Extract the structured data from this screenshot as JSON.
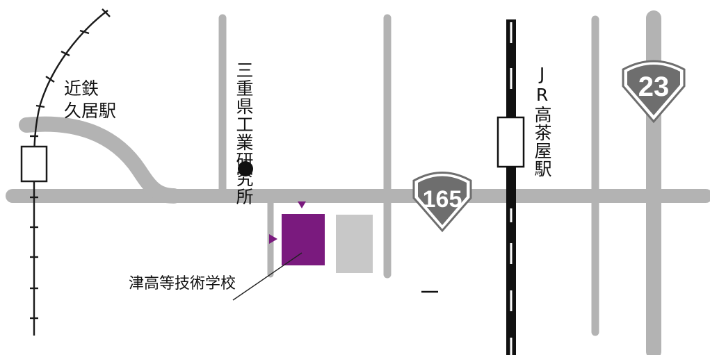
{
  "map": {
    "colors": {
      "road": "#b3b3b3",
      "rail": "#1a1a1a",
      "school": "#7a1a7e",
      "building": "#c8c8c8",
      "shield": "#6e6e6e",
      "text": "#111111"
    },
    "labels": {
      "kintetsu_station": [
        "近鉄",
        "久居駅"
      ],
      "jr_station": "JR高茶屋駅",
      "research_institute": "三重県工業研究所",
      "school": "津高等技術学校"
    },
    "route_shields": {
      "national_165": "165",
      "national_23": "23"
    },
    "icons": {
      "station": "station-box-icon",
      "research_institute": "filled-circle-marker-icon",
      "entrance": "triangle-arrow-icon",
      "route_shield": "national-route-shield-icon"
    }
  }
}
